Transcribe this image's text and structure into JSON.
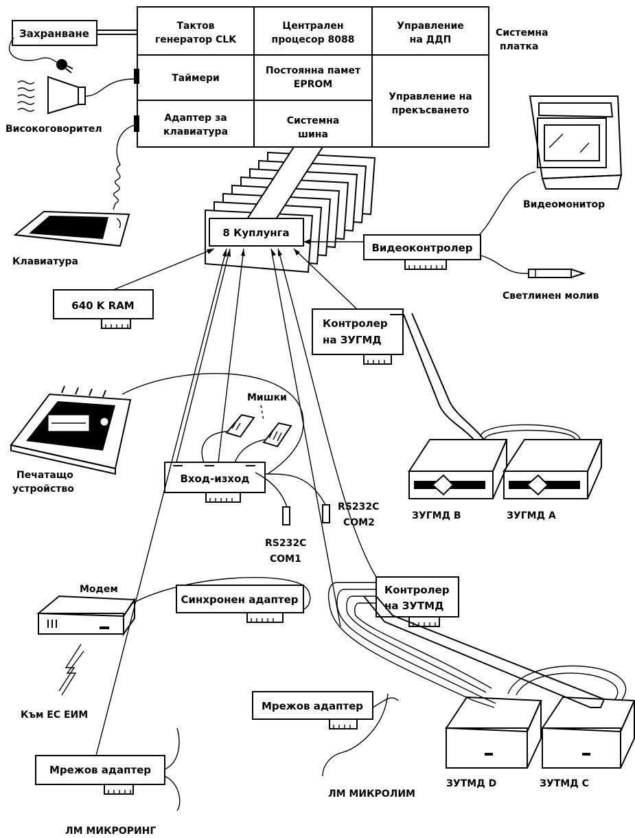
{
  "board": {
    "label_line1": "Системна",
    "label_line2": "платка",
    "cells": [
      [
        "Тактов",
        "генератор CLK"
      ],
      [
        "Централен",
        "процесор 8088"
      ],
      [
        "Управление",
        "на ДДП"
      ],
      [
        "Таймери"
      ],
      [
        "Постоянна памет",
        "EPROM"
      ],
      [
        "Управление на",
        "прекъсването"
      ],
      [
        "Адаптер за",
        "клавиатура"
      ],
      [
        "Системна",
        "шина"
      ]
    ]
  },
  "labels": {
    "power": "Захранване",
    "speaker": "Високоговорител",
    "keyboard": "Клавиатура",
    "monitor": "Видеомонитор",
    "slots": "8 Куплунга",
    "video_ctrl": "Видеоконтролер",
    "light_pen": "Светлинен молив",
    "ram": "640 K RAM",
    "fdd_ctrl_1": "Контролер",
    "fdd_ctrl_2": "на ЗУГМД",
    "printer_1": "Печатащо",
    "printer_2": "устройство",
    "mice": "Мишки",
    "io": "Вход-изход",
    "com1_1": "RS232C",
    "com1_2": "COM1",
    "com2_1": "RS232C",
    "com2_2": "COM2",
    "fdd_b": "ЗУГМД B",
    "fdd_a": "ЗУГМД A",
    "modem": "Модем",
    "sync_adapter": "Синхронен адаптер",
    "to_mainframe": "Към ЕС ЕИМ",
    "hdd_ctrl_1": "Контролер",
    "hdd_ctrl_2": "на ЗУТМД",
    "net_adapter_1": "Мрежов адаптер",
    "net_adapter_2": "Мрежов адаптер",
    "lan_mikrolim": "ЛМ МИКРОЛИМ",
    "hdd_d": "ЗУТМД D",
    "hdd_c": "ЗУТМД C",
    "lan_mikroring": "ЛМ МИКРОРИНГ"
  },
  "icons": [
    "power-plug-icon",
    "speaker-icon",
    "keyboard-icon",
    "monitor-icon",
    "light-pen-icon",
    "printer-icon",
    "mouse-icon",
    "floppy-drive-icon",
    "hard-drive-icon",
    "modem-icon",
    "lightning-icon"
  ]
}
